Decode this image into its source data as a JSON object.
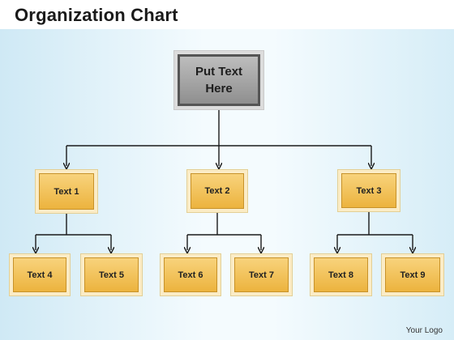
{
  "title": "Organization Chart",
  "root": {
    "label_line1": "Put Text",
    "label_line2": "Here"
  },
  "level1": [
    {
      "label": "Text 1"
    },
    {
      "label": "Text 2"
    },
    {
      "label": "Text 3"
    }
  ],
  "level2": [
    {
      "label": "Text 4"
    },
    {
      "label": "Text 5"
    },
    {
      "label": "Text 6"
    },
    {
      "label": "Text 7"
    },
    {
      "label": "Text 8"
    },
    {
      "label": "Text 9"
    }
  ],
  "logo": "Your Logo",
  "colors": {
    "root_fill": "#8f8f8f",
    "child_fill": "#ecb33e",
    "connector": "#1a1a1a"
  }
}
